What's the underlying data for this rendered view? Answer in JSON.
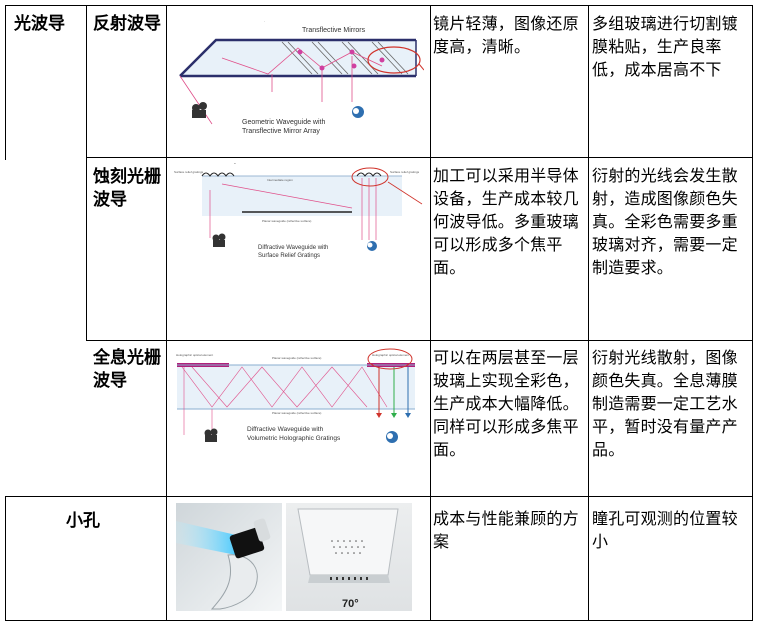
{
  "rows": [
    {
      "category": "光波导",
      "type": "反射波导",
      "figure_labels": [
        "Transflective Mirrors",
        "Geometric Waveguide with",
        "Transflective Mirror Array"
      ],
      "advantage": "镜片轻薄，图像还原度高，清晰。",
      "disadvantage": "多组玻璃进行切割镀膜粘贴，生产良率低，成本居高不下"
    },
    {
      "type": "蚀刻光栅波导",
      "figure_labels": [
        "Surface relief gratings",
        "Intermediate region",
        "Surface relief gratings",
        "Planar waveguide (reflective surface)",
        "Diffractive Waveguide with",
        "Surface Relief Gratings"
      ],
      "advantage": "加工可以采用半导体设备，生产成本较几何波导低。多重玻璃可以形成多个焦平面。",
      "disadvantage": "衍射的光线会发生散射，造成图像颜色失真。全彩色需要多重玻璃对齐，需要一定制造要求。"
    },
    {
      "type": "全息光栅波导",
      "figure_labels": [
        "Holographic optical element",
        "Planar waveguide (reflective surface)",
        "Holographic optical element",
        "Planar waveguide (reflective surface)",
        "Diffractive Waveguide with",
        "Volumetric Holographic Gratings"
      ],
      "advantage": "可以在两层甚至一层玻璃上实现全彩色，生产成本大幅降低。同样可以形成多焦平面。",
      "disadvantage": "衍射光线散射，图像颜色失真。全息薄膜制造需要一定工艺水平，暂时没有量产产品。"
    },
    {
      "category": "小孔",
      "figure_labels": [
        "70°"
      ],
      "advantage": "成本与性能兼顾的方案",
      "disadvantage": "瞳孔可观测的位置较小"
    }
  ],
  "colors": {
    "pink": "#e0508a",
    "red": "#d0342c",
    "waveguide": "#e8f1f9",
    "frame": "#2b2f6b"
  }
}
